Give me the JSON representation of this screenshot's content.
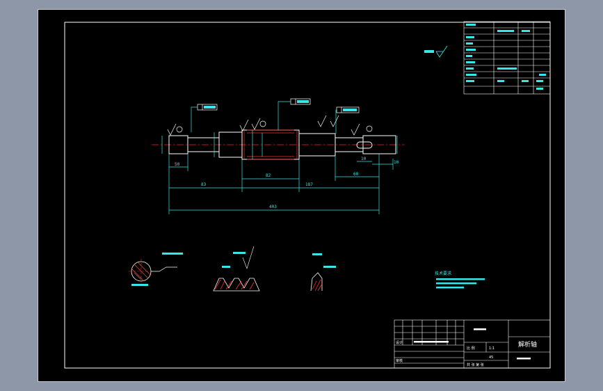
{
  "drawing_title": "解析轴",
  "colors": {
    "background_frame": "#8e97a7",
    "sheet": "#000000",
    "outline": "#ffffff",
    "dimension": "#37e6e6",
    "centerline": "#ff2020",
    "annotation": "#e6e62d",
    "hatch": "#ff3030"
  },
  "dimensions": {
    "overall_length": "403",
    "left_section": "83",
    "middle_section": "82",
    "right_section": "187",
    "left_end": "50",
    "right_end": "60",
    "keyway_length": "10",
    "keyway_offset": "10"
  },
  "title_block": {
    "scale_label": "比 例",
    "scale_value": "1:1",
    "material_code": "45",
    "sheet_label": "共 张  第 张",
    "designer_label": "设计",
    "checker_label": "审核"
  },
  "notes": {
    "heading": "技术要求"
  }
}
